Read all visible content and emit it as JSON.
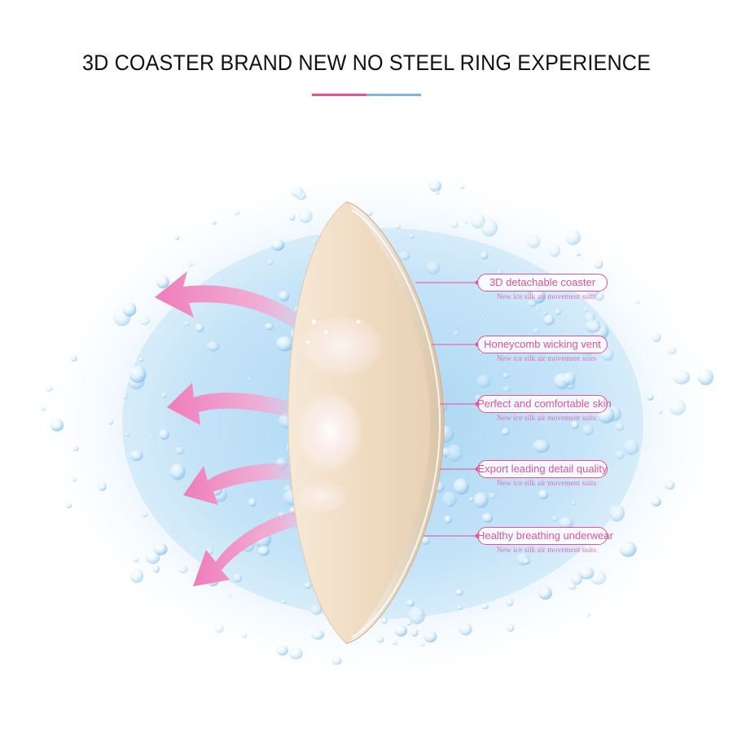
{
  "title": "3D COASTER BRAND NEW NO STEEL RING EXPERIENCE",
  "colors": {
    "title": "#111111",
    "divider_left": "#e8509a",
    "divider_right": "#7fb6e6",
    "accent_pink": "#e8509a",
    "arrow_pink": "#f28ac0",
    "pad_beige": "#efdcc2",
    "water_blue": "#b7dcf5"
  },
  "callouts": [
    {
      "label": "3D detachable coaster",
      "sub": "New ice silk air movement suits"
    },
    {
      "label": "Honeycomb wicking vent",
      "sub": "New ice silk air movement suits"
    },
    {
      "label": "Perfect and comfortable skin",
      "sub": "New ice silk air movement suits"
    },
    {
      "label": "Export leading detail quality",
      "sub": "New ice silk air movement suits"
    },
    {
      "label": "Healthy breathing underwear",
      "sub": "New ice silk air movement suits"
    }
  ],
  "icons": [
    "water-droplets",
    "curved-arrow-left",
    "bra-pad"
  ]
}
